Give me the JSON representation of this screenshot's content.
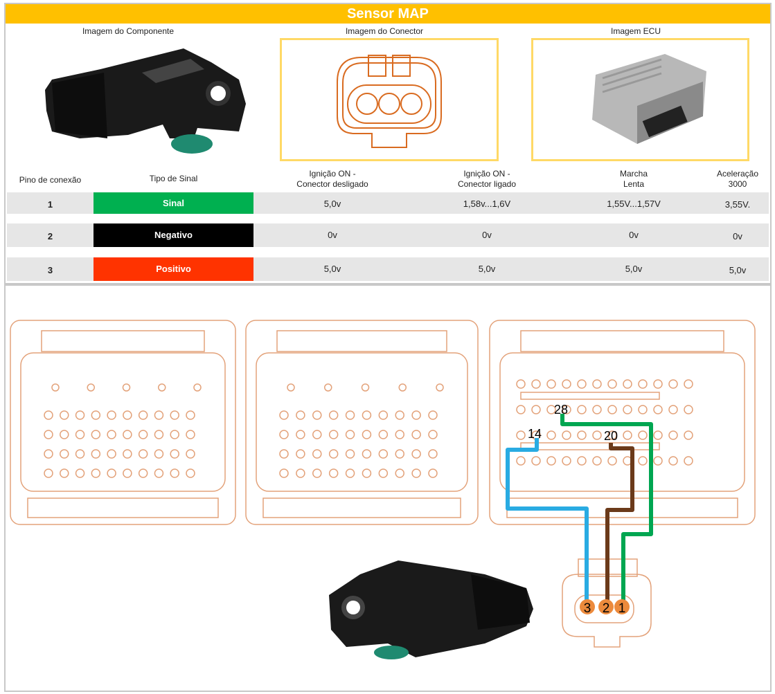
{
  "title": "Sensor MAP",
  "captions": {
    "component": "Imagem do Componente",
    "connector": "Imagem do Conector",
    "ecu": "Imagem ECU"
  },
  "table": {
    "headers": [
      "Pino de conexão",
      "Tipo de Sinal",
      "Ignição ON -\nConector desligado",
      "Ignição ON -\nConector ligado",
      "Marcha\nLenta",
      "Aceleração\n3000"
    ],
    "rows": [
      {
        "pin": "1",
        "type": "Sinal",
        "color": "#00b050",
        "ign_off": "5,0v",
        "ign_on": "1,58v...1,6V",
        "idle": "1,55V...1,57V",
        "accel": "3,55V."
      },
      {
        "pin": "2",
        "type": "Negativo",
        "color": "#000000",
        "ign_off": "0v",
        "ign_on": "0v",
        "idle": "0v",
        "accel": "0v"
      },
      {
        "pin": "3",
        "type": "Positivo",
        "color": "#ff3300",
        "ign_off": "5,0v",
        "ign_on": "5,0v",
        "idle": "5,0v",
        "accel": "5,0v"
      }
    ]
  },
  "diagram": {
    "ecu_pins": {
      "p14": "14",
      "p20": "20",
      "p28": "28"
    },
    "sensor_pins": {
      "p1": "1",
      "p2": "2",
      "p3": "3"
    },
    "wire_colors": {
      "pin1": "#00a651",
      "pin2": "#6b3a1a",
      "pin3": "#29abe2"
    }
  }
}
